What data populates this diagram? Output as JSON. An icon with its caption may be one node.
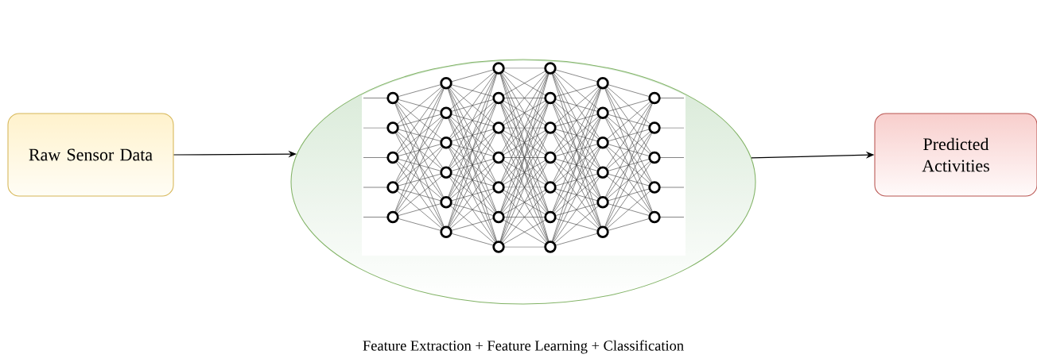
{
  "diagram": {
    "nodes": [
      {
        "text": [
          "Raw Sensor Data"
        ]
      },
      {
        "text": [],
        "shape": "ellipse",
        "beside": [
          "Feature Extraction + Feature Learning + Classification"
        ]
      },
      {
        "text": [
          "Predicted Activities"
        ]
      }
    ],
    "edges": [
      {
        "from": 0,
        "to": 1,
        "arrow": "to"
      },
      {
        "from": 1,
        "to": 2,
        "arrow": "to"
      }
    ]
  }
}
